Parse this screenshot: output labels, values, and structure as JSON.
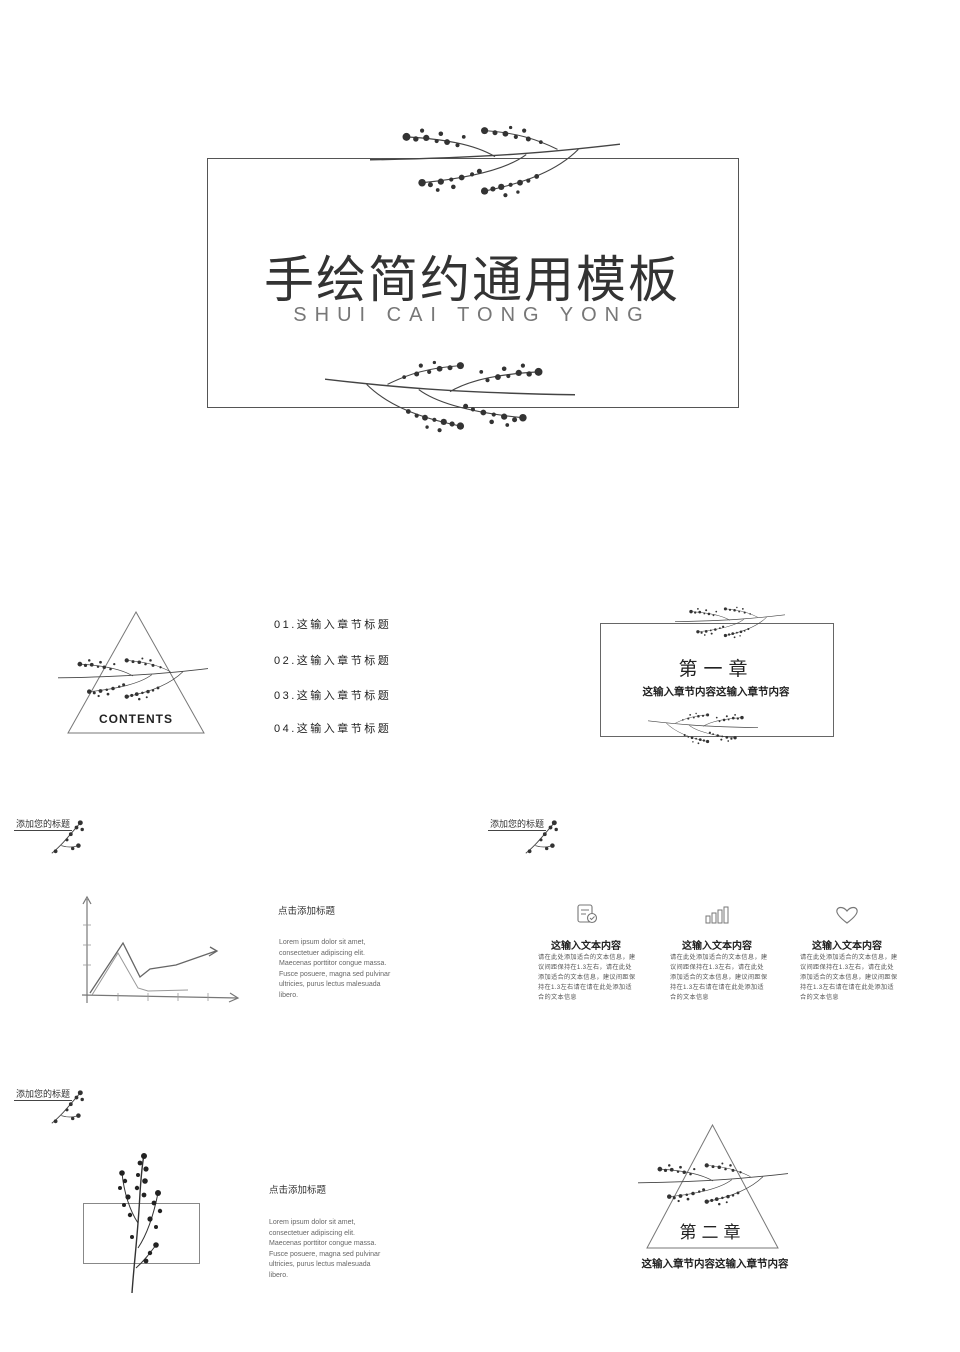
{
  "cover": {
    "title": "手绘简约通用模板",
    "subtitle": "SHUI CAI TONG YONG"
  },
  "contents": {
    "label": "CONTENTS",
    "items": [
      "01.这输入章节标题",
      "02.这输入章节标题",
      "03.这输入章节标题",
      "04.这输入章节标题"
    ]
  },
  "chapter1": {
    "title": "第一章",
    "desc": "这输入章节内容这输入章节内容"
  },
  "slide_chart": {
    "section_title": "添加您的标题",
    "heading": "点击添加标题",
    "body": "Lorem ipsum dolor sit amet, consectetuer adipiscing elit. Maecenas porttitor congue massa. Fusce posuere, magna sed pulvinar ultricies, purus lectus malesuada libero."
  },
  "slide_features": {
    "section_title": "添加您的标题",
    "items": [
      {
        "icon": "document-search-icon",
        "title": "这输入文本内容",
        "text": "请在此处添加适合的文本信息，建议间距保持在1.3左右，请在此处添加适合的文本信息，建议间距保持在1.3左右请在请在此处添加适合的文本信息"
      },
      {
        "icon": "bar-chart-icon",
        "title": "这输入文本内容",
        "text": "请在此处添加适合的文本信息，建议间距保持在1.3左右，请在此处添加适合的文本信息，建议间距保持在1.3左右请在请在此处添加适合的文本信息"
      },
      {
        "icon": "heart-icon",
        "title": "这输入文本内容",
        "text": "请在此处添加适合的文本信息，建议间距保持在1.3左右，请在此处添加适合的文本信息，建议间距保持在1.3左右请在请在此处添加适合的文本信息"
      }
    ]
  },
  "slide_image": {
    "section_title": "添加您的标题",
    "heading": "点击添加标题",
    "body": "Lorem ipsum dolor sit amet, consectetuer adipiscing elit. Maecenas porttitor congue massa. Fusce posuere, magna sed pulvinar ultricies, purus lectus malesuada libero."
  },
  "chapter2": {
    "title": "第二章",
    "desc": "这输入章节内容这输入章节内容"
  }
}
